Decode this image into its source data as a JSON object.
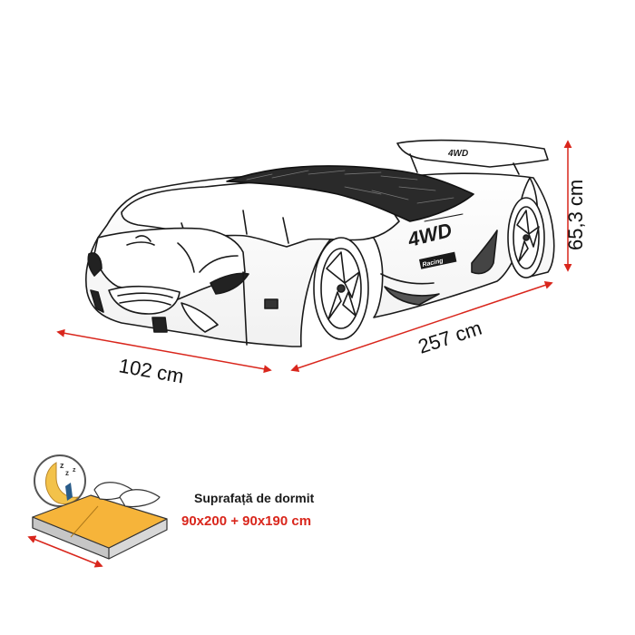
{
  "dimensions": {
    "width": "102 cm",
    "length": "257 cm",
    "height": "65,3 cm"
  },
  "car_branding": {
    "side_logo": "4WD",
    "wing_logo": "4WD",
    "small_badge": "Racing"
  },
  "sleeping_surface": {
    "title": "Suprafață de dormit",
    "value": "90x200 + 90x190 cm"
  },
  "icons": {
    "sleep": "moon-sleep-icon",
    "mattress": "mattress-icon"
  },
  "colors": {
    "dimension_line": "#d9261c",
    "accent_text": "#d9261c",
    "mattress_top": "#f6b43a",
    "moon": "#f3c24a"
  }
}
